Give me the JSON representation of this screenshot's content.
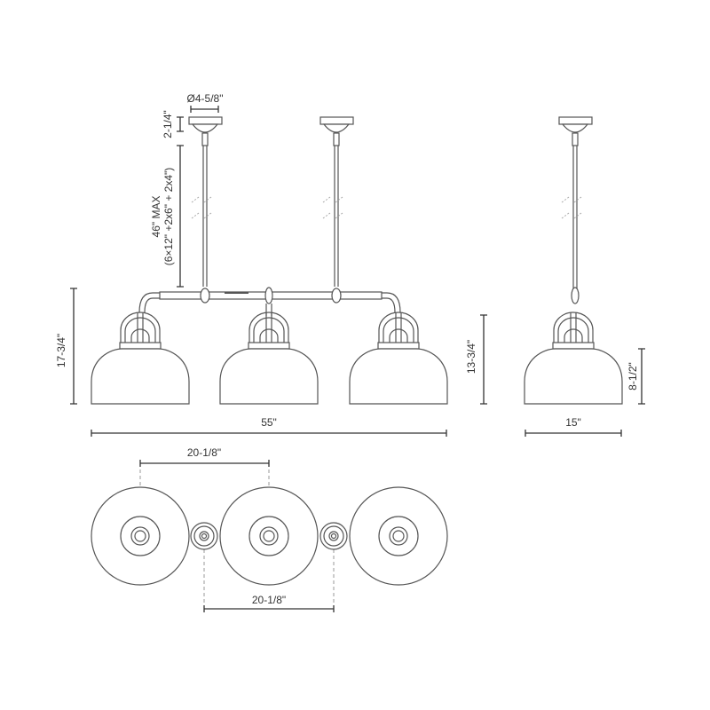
{
  "dimensions": {
    "canopy_diameter": "Ø4-5/8\"",
    "canopy_height": "2-1/4\"",
    "rod_length": "46\" MAX",
    "rod_composition": "(6×12\" +2x6\" + 2x4\")",
    "overall_height": "17-3/4\"",
    "overall_width": "55\"",
    "side_height": "13-3/4\"",
    "shade_height": "8-1/2\"",
    "shade_width": "15\"",
    "spacing_top": "20-1/8\"",
    "spacing_bottom": "20-1/8\""
  }
}
